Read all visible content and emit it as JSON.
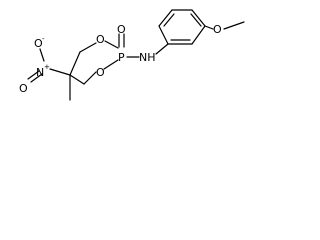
{
  "molecule": {
    "atoms": {
      "o_ring_1": "O",
      "o_ring_2": "O",
      "phosphorus": "P",
      "o_phosphoryl": "O",
      "amine": "NH",
      "nitro_n": "N",
      "nitro_o_top": "O",
      "nitro_o_bottom": "O",
      "o_methoxy": "O"
    },
    "charges": {
      "nitro_n": "+",
      "nitro_o_top": "-"
    }
  }
}
